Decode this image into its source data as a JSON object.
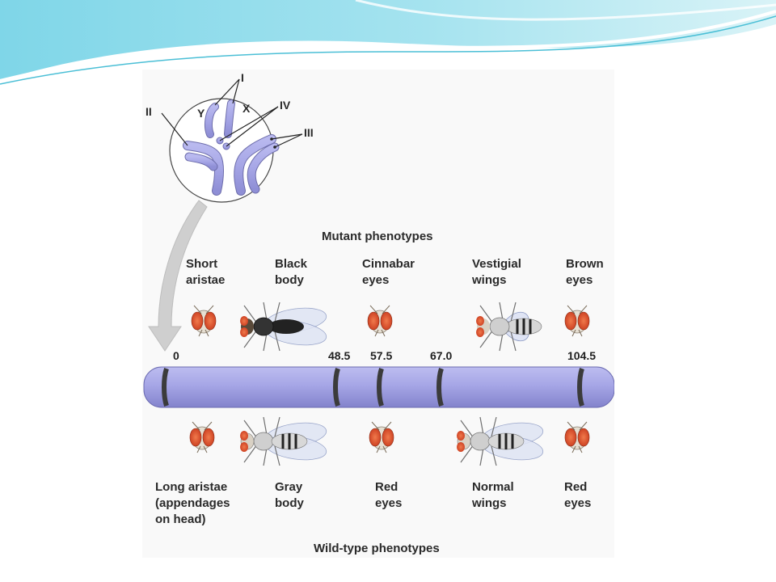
{
  "headings": {
    "mutant": "Mutant phenotypes",
    "wild": "Wild-type phenotypes"
  },
  "chromosome_labels": {
    "I": "I",
    "II": "II",
    "III": "III",
    "IV": "IV",
    "X": "X",
    "Y": "Y"
  },
  "map": {
    "positions": [
      "0",
      "48.5",
      "57.5",
      "67.0",
      "104.5"
    ]
  },
  "mutant_phenotypes": [
    {
      "label": "Short\naristae",
      "icon": "fly-head-icon"
    },
    {
      "label": "Black\nbody",
      "icon": "black-fly-icon"
    },
    {
      "label": "Cinnabar\neyes",
      "icon": "fly-head-icon"
    },
    {
      "label": "Vestigial\nwings",
      "icon": "vestigial-fly-icon"
    },
    {
      "label": "Brown\neyes",
      "icon": "fly-head-icon"
    }
  ],
  "wild_type_phenotypes": [
    {
      "label": "Long aristae\n(appendages\non head)",
      "icon": "fly-head-icon"
    },
    {
      "label": "Gray\nbody",
      "icon": "gray-fly-icon"
    },
    {
      "label": "Red\neyes",
      "icon": "fly-head-icon"
    },
    {
      "label": "Normal\nwings",
      "icon": "gray-fly-icon"
    },
    {
      "label": "Red\neyes",
      "icon": "fly-head-icon"
    }
  ],
  "colors": {
    "chromosome_fill": "#a6a6e6",
    "chromosome_band": "#3b3b3b",
    "eye_red": "#e0502e",
    "wave_teal": "#6fd3e4",
    "arrow_gray": "#cfcfcf"
  }
}
